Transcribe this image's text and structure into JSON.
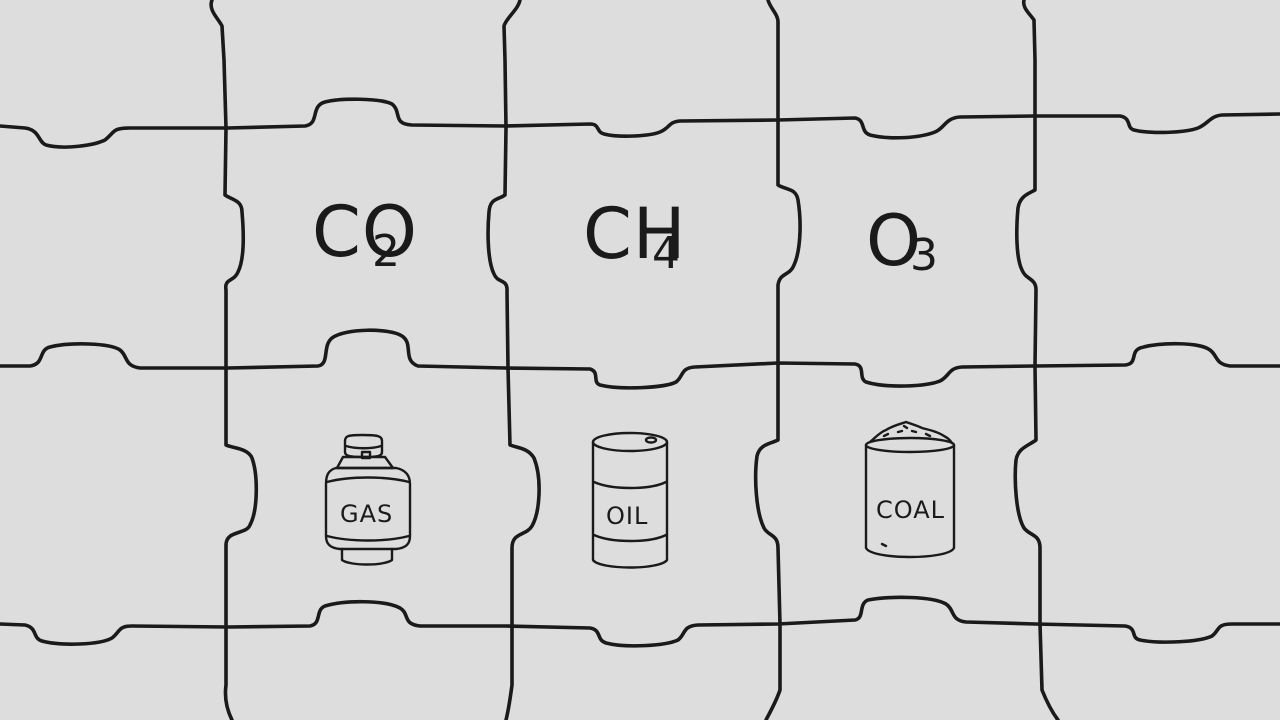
{
  "colors": {
    "background": "#dddddd",
    "ink": "#1a1a1a"
  },
  "gases": [
    {
      "name": "gas-co2",
      "main": "CO",
      "sub": "2"
    },
    {
      "name": "gas-ch4",
      "main": "CH",
      "sub": "4"
    },
    {
      "name": "gas-o3",
      "main": "O",
      "sub": "3"
    }
  ],
  "fuels": [
    {
      "name": "fuel-gas",
      "icon": "gas-cylinder-icon",
      "label": "GAS"
    },
    {
      "name": "fuel-oil",
      "icon": "oil-barrel-icon",
      "label": "OIL"
    },
    {
      "name": "fuel-coal",
      "icon": "coal-bucket-icon",
      "label": "COAL"
    }
  ]
}
